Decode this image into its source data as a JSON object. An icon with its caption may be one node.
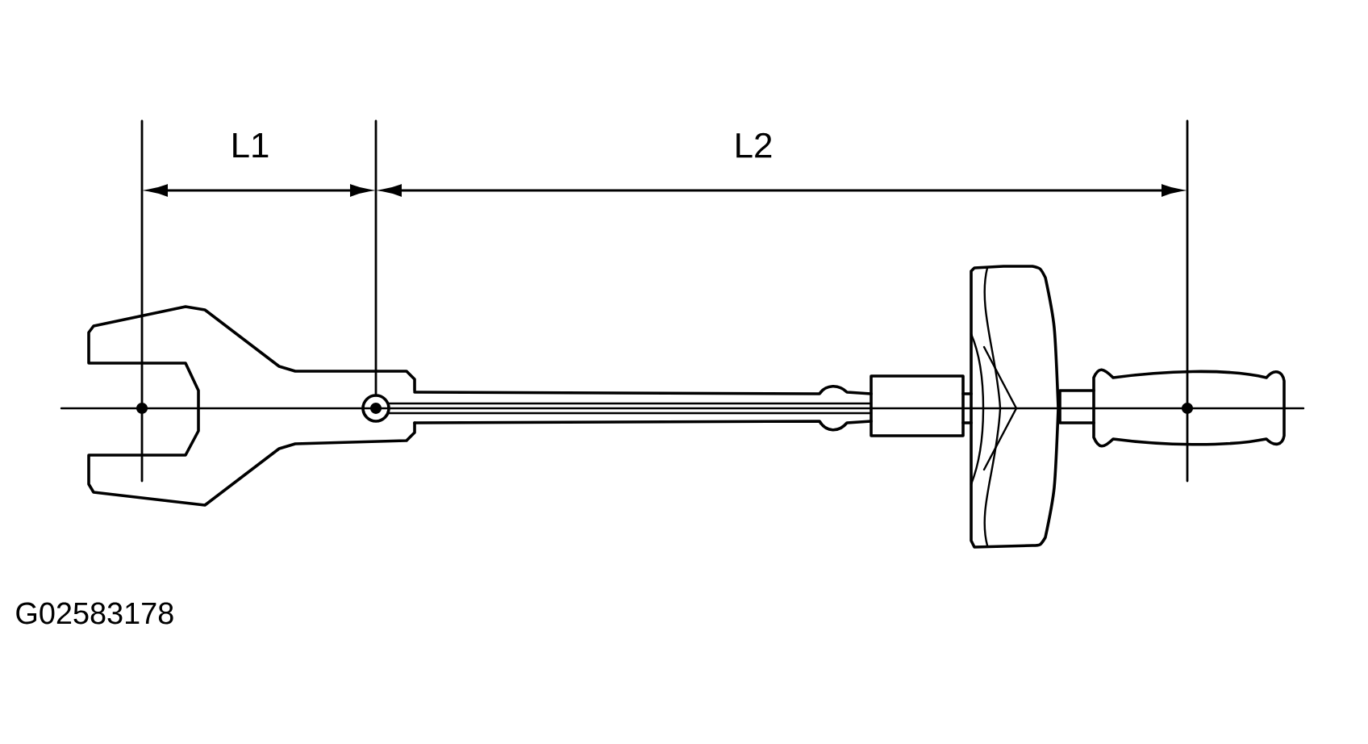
{
  "diagram": {
    "labels": [
      "L1",
      "L2",
      "G02583178"
    ]
  }
}
